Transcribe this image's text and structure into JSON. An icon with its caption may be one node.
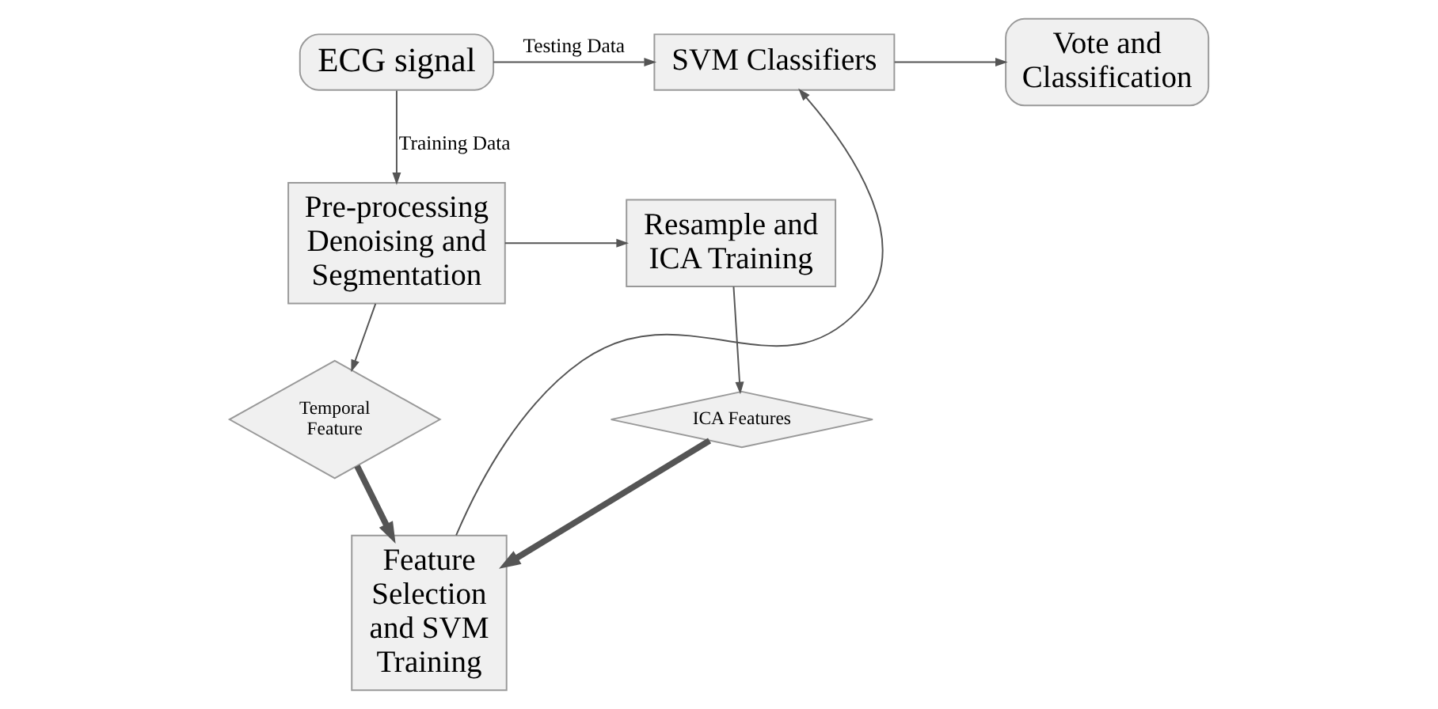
{
  "diagram": {
    "nodes": [
      {
        "text": [
          "ECG signal"
        ]
      },
      {
        "text": [
          "SVM Classifiers"
        ]
      },
      {
        "text": [
          "Vote and Classification"
        ]
      },
      {
        "text": [
          "Pre-processing Denoising and Segmentation"
        ]
      },
      {
        "text": [
          "Resample and ICA Training"
        ]
      },
      {
        "text": [
          "Feature Selection and SVM Training"
        ]
      },
      {
        "text": [
          "Temporal Feature"
        ]
      },
      {
        "text": [
          "ICA Features"
        ]
      }
    ],
    "edges": [
      {
        "from": 0,
        "to": 1,
        "arrow": "to",
        "label": "Testing Data"
      },
      {
        "from": 1,
        "to": 2,
        "arrow": "to"
      },
      {
        "from": 0,
        "to": 3,
        "arrow": "to",
        "label": "Training Data"
      },
      {
        "from": 3,
        "to": 4,
        "arrow": "to"
      },
      {
        "from": 5,
        "to": 1,
        "arrow": "to"
      },
      {
        "from": 3,
        "to": 6,
        "arrow": "to"
      },
      {
        "from": 4,
        "to": 7,
        "arrow": "to"
      },
      {
        "from": 6,
        "to": 5,
        "arrow": "to",
        "style": "thick"
      },
      {
        "from": 7,
        "to": 5,
        "arrow": "to",
        "style": "thick"
      }
    ]
  }
}
